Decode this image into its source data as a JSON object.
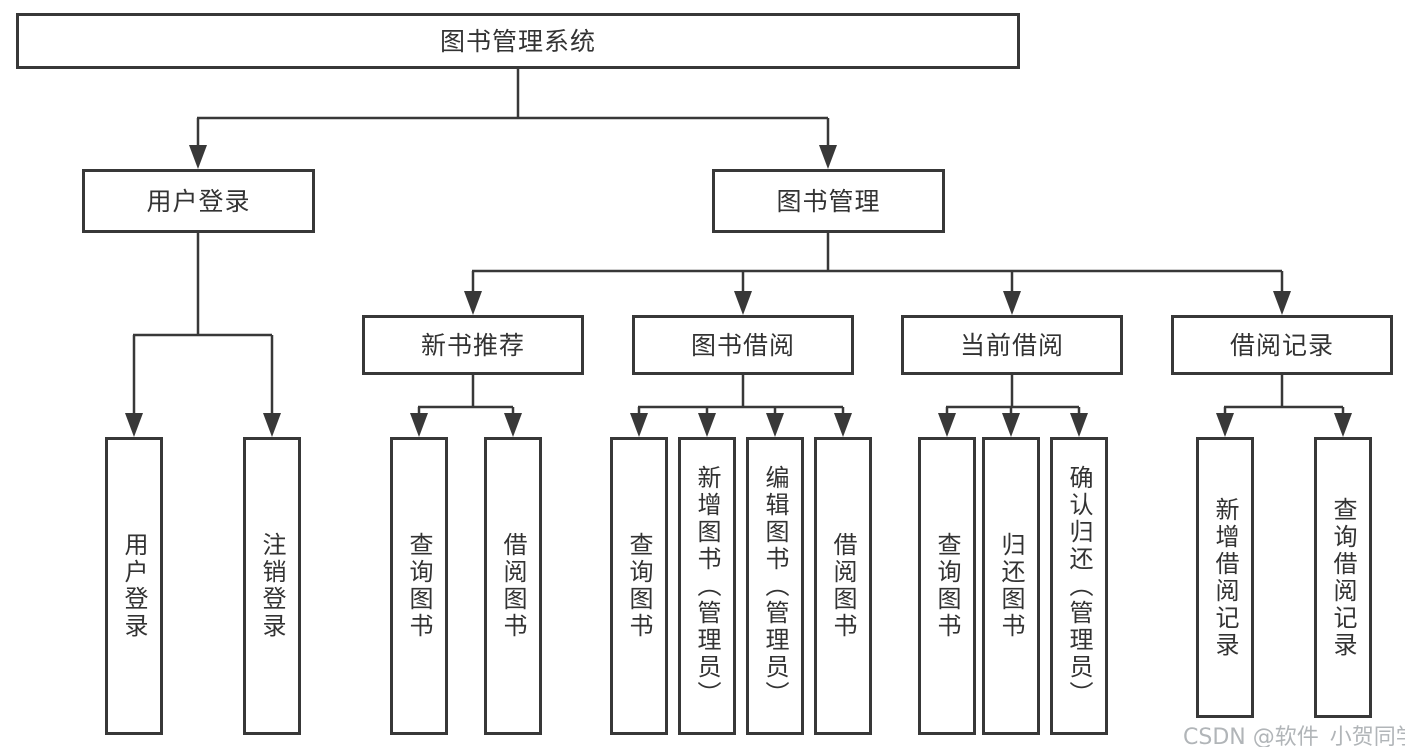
{
  "diagram_title": "图书管理系统",
  "tree": {
    "label": "图书管理系统",
    "children": [
      {
        "label": "用户登录",
        "children": [
          {
            "label": "用户登录"
          },
          {
            "label": "注销登录"
          }
        ]
      },
      {
        "label": "图书管理",
        "children": [
          {
            "label": "新书推荐",
            "children": [
              {
                "label": "查询图书"
              },
              {
                "label": "借阅图书"
              }
            ]
          },
          {
            "label": "图书借阅",
            "children": [
              {
                "label": "查询图书"
              },
              {
                "label": "新增图书（管理员）"
              },
              {
                "label": "编辑图书（管理员）"
              },
              {
                "label": "借阅图书"
              }
            ]
          },
          {
            "label": "当前借阅",
            "children": [
              {
                "label": "查询图书"
              },
              {
                "label": "归还图书"
              },
              {
                "label": "确认归还（管理员）"
              }
            ]
          },
          {
            "label": "借阅记录",
            "children": [
              {
                "label": "新增借阅记录"
              },
              {
                "label": "查询借阅记录"
              }
            ]
          }
        ]
      }
    ]
  },
  "watermark": {
    "text": "CSDN @软件_小贺同学"
  },
  "colors": {
    "line": "#383838",
    "text": "#333333",
    "watermark": "#a9adb1",
    "background": "#ffffff"
  }
}
